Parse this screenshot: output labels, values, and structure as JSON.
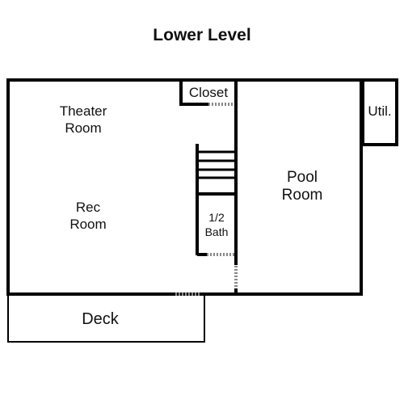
{
  "title": "Lower Level",
  "rooms": {
    "closet": "Closet",
    "util": "Util.",
    "theater": [
      "Theater",
      "Room"
    ],
    "rec": [
      "Rec",
      "Room"
    ],
    "bath": [
      "1/2",
      "Bath"
    ],
    "pool": [
      "Pool",
      "Room"
    ],
    "deck": "Deck"
  },
  "colors": {
    "wall": "#000000",
    "background": "#ffffff",
    "door": "#888888"
  }
}
